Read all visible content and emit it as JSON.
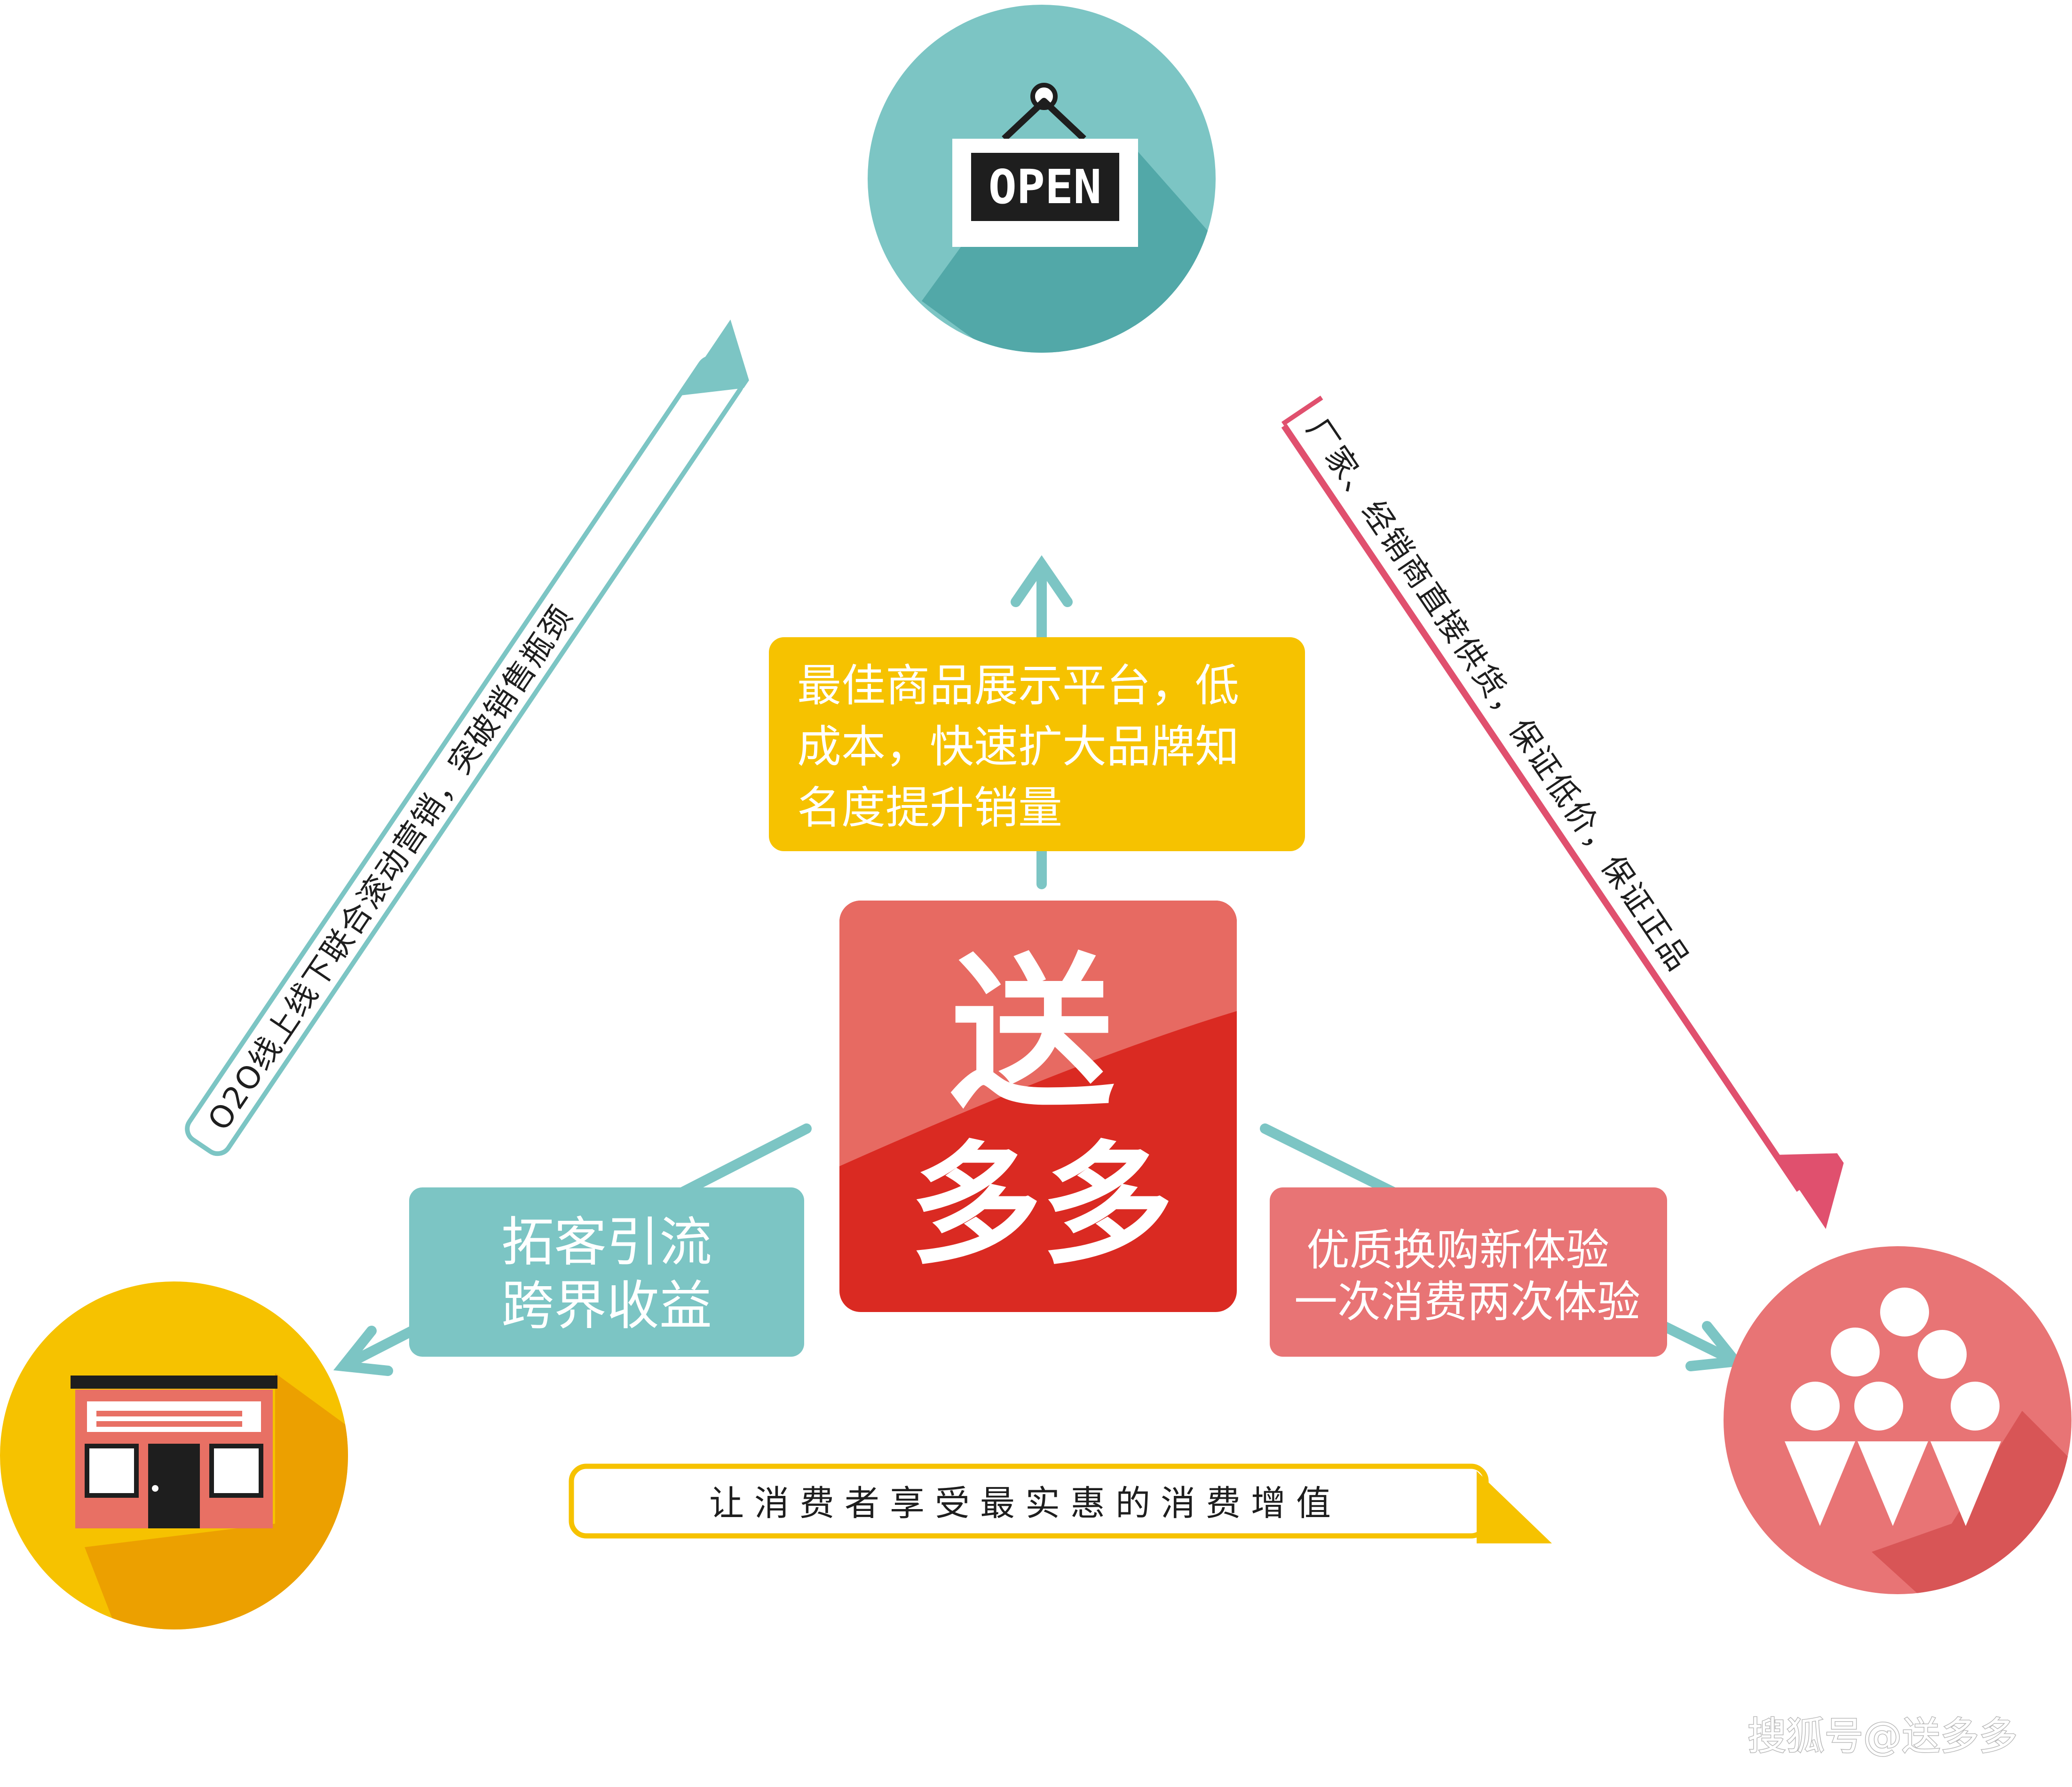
{
  "center": {
    "line1": "送",
    "line2": "多多"
  },
  "open_sign": {
    "text": "OPEN"
  },
  "top_box": {
    "lines": [
      "最佳商品展示平台，低",
      "成本，快速扩大品牌知",
      "名度提升销量"
    ]
  },
  "left_box": {
    "lines": [
      "拓客引流",
      "跨界收益"
    ]
  },
  "right_box": {
    "lines": [
      "优质换购新体验",
      "一次消费两次体验"
    ]
  },
  "left_banner": {
    "text": "O2O线上线下联合滚动营销，突破销售瓶颈"
  },
  "right_banner": {
    "text": "厂家、经销商直接供货，保证低价，保证正品"
  },
  "bottom_banner": {
    "text": "让消费者享受最实惠的消费增值"
  },
  "watermark": {
    "text": "搜狐号@送多多"
  },
  "colors": {
    "teal": "#7cc5c4",
    "teal_dark": "#52a8a8",
    "yellow": "#f6c200",
    "yellow_dark": "#eca000",
    "pink": "#e87475",
    "red": "#da2a22",
    "crimson": "#e0506e"
  }
}
